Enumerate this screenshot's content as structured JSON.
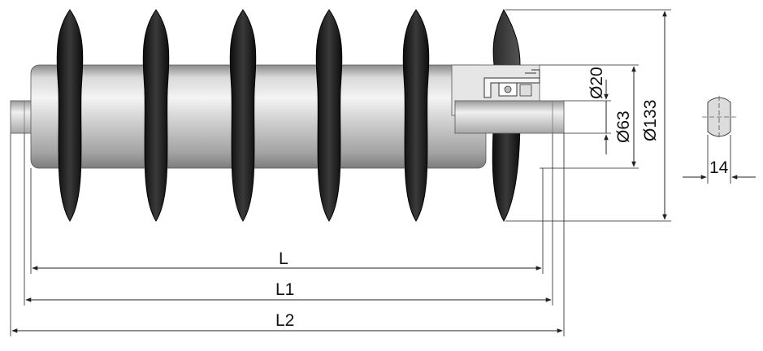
{
  "diagram": {
    "dimensions": {
      "length_L": "L",
      "length_L1": "L1",
      "length_L2": "L2",
      "shaft_diameter": "Ø20",
      "tube_diameter": "Ø63",
      "ring_diameter": "Ø133",
      "flat_width": "14"
    },
    "components": {
      "impact_ring_count": 6,
      "cutaway_end": "right"
    },
    "colors": {
      "background": "#ffffff",
      "tube_highlight": "#f2f2f2",
      "tube_shadow": "#8c8c8c",
      "rubber_ring": "#1b1b1b",
      "dimension_line": "#222222"
    }
  }
}
